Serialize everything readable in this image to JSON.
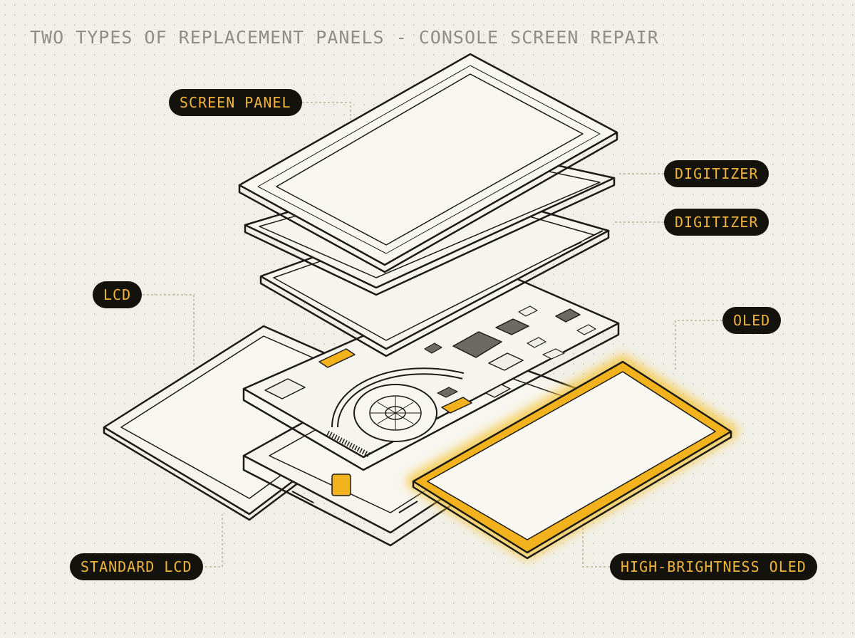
{
  "title": "TWO TYPES OF REPLACEMENT PANELS - CONSOLE SCREEN REPAIR",
  "labels": {
    "screen_panel": "SCREEN PANEL",
    "digitizer_top": "DIGITIZER",
    "digitizer_bottom": "DIGITIZER",
    "lcd": "LCD",
    "oled": "OLED",
    "standard_lcd": "STANDARD LCD",
    "high_brightness_oled": "HIGH-BRIGHTNESS OLED"
  },
  "colors": {
    "background": "#f1f0e8",
    "line": "#1c1b17",
    "label_bg": "#14120d",
    "label_text": "#f0b43c",
    "oled_accent": "#f2b21e",
    "leader": "#b9b49c"
  }
}
